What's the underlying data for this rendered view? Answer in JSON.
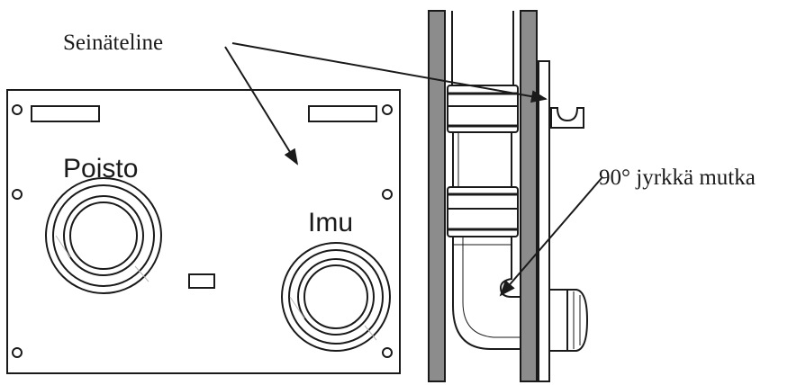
{
  "labels": {
    "wall_bracket": "Seinäteline",
    "exhaust": "Poisto",
    "intake": "Imu",
    "elbow": "90° jyrkkä mutka"
  },
  "colors": {
    "line": "#1a1a1a",
    "wall": "#8c8c8c",
    "background": "#ffffff"
  }
}
